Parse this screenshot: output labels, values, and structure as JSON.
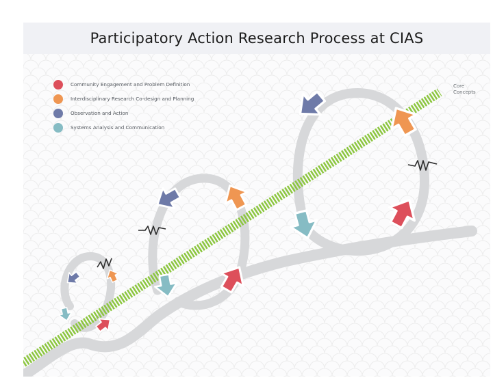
{
  "title": "Participatory Action Research Process at CIAS",
  "legend": [
    {
      "label": "Community Engagement and Problem Definition",
      "color": "#dd4f5b"
    },
    {
      "label": "Interdisciplinary Research Co-design and Planning",
      "color": "#ef9652"
    },
    {
      "label": "Observation and Action",
      "color": "#6e7aa8"
    },
    {
      "label": "Systems Analysis and Communication",
      "color": "#86bcc4"
    }
  ],
  "core_concepts": {
    "line1": "Core",
    "line2": "Concepts",
    "color": "#8cc63f"
  },
  "loop_color": "#d7d8da",
  "background_pattern_color": "#eeeeee"
}
